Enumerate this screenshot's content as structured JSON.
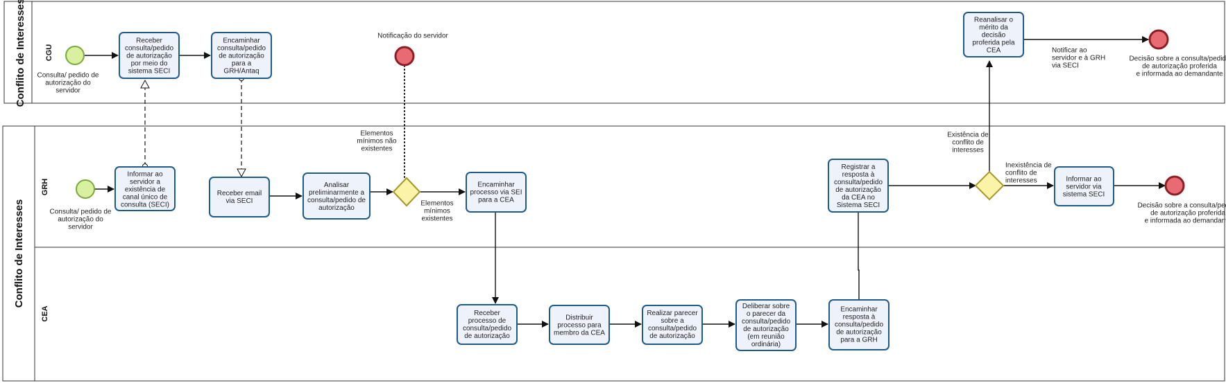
{
  "pools": {
    "top": {
      "title": "Conflito de Interesses",
      "lane": "CGU"
    },
    "bottom": {
      "title": "Conflito de Interesses",
      "lanes": [
        "GRH",
        "CEA"
      ]
    }
  },
  "tasks": {
    "cgu_receber": [
      "Receber",
      "consulta/pedido",
      "de autorização",
      "por meio do",
      "sistema SECI"
    ],
    "cgu_encaminhar": [
      "Encaminhar",
      "consulta/pedido",
      "de autorização",
      "para a",
      "GRH/Antaq"
    ],
    "cgu_reanalisar": [
      "Reanalisar o",
      "mérito da",
      "decisão",
      "proferida pela",
      "CEA"
    ],
    "grh_informar_canal": [
      "Informar ao",
      "servidor a",
      "existência de",
      "canal único de",
      "consulta (SECI)"
    ],
    "grh_receber_email": [
      "Receber email",
      "via SECI"
    ],
    "grh_analisar": [
      "Analisar",
      "preliminarmente a",
      "consulta/pedido de",
      "autorização"
    ],
    "grh_encaminhar_sei": [
      "Encaminhar",
      "processo via SEI",
      "para a CEA"
    ],
    "grh_registrar": [
      "Registrar a",
      "resposta à",
      "consulta/pedido",
      "de autorização",
      "da CEA no",
      "Sistema SECI"
    ],
    "grh_informar_servidor": [
      "Informar ao",
      "servidor via",
      "sistema SECI"
    ],
    "cea_receber": [
      "Receber",
      "processo de",
      "consulta/pedido",
      "de autorização"
    ],
    "cea_distribuir": [
      "Distribuir",
      "processo para",
      "membro da CEA"
    ],
    "cea_realizar": [
      "Realizar parecer",
      "sobre a",
      "consulta/pedido",
      "de autorização"
    ],
    "cea_deliberar": [
      "Deliberar sobre",
      "o parecer da",
      "consulta/pedido",
      "de autorização",
      "(em reunião",
      "ordinária)"
    ],
    "cea_encaminhar_resposta": [
      "Encaminhar",
      "resposta à",
      "consulta/pedido",
      "de autorização",
      "para a GRH"
    ]
  },
  "labels": {
    "start_cgu": [
      "Consulta/ pedido de",
      "autorização do",
      "servidor"
    ],
    "start_grh": [
      "Consulta/ pedido de",
      "autorização do",
      "servidor"
    ],
    "notificacao": [
      "Notificação do servidor"
    ],
    "end_cgu": [
      "Decisão sobre a consulta/pedido",
      "de autorização proferida",
      "e informada ao demandante"
    ],
    "end_grh": [
      "Decisão sobre a consulta/pedido",
      "de autorização proferida",
      "e informada ao demandante"
    ],
    "notificar_flow": [
      "Notificar ao",
      "servidor e à GRH",
      "via SECI"
    ],
    "elementos_nao": [
      "Elementos",
      "mínimos não",
      "existentes"
    ],
    "elementos_sim": [
      "Elementos",
      "mínimos",
      "existentes"
    ],
    "existencia": [
      "Existência de",
      "conflito de",
      "interesses"
    ],
    "inexistencia": [
      "Inexistência de",
      "conflito de",
      "interesses"
    ]
  },
  "colors": {
    "task_fill": "#eef2fb",
    "task_stroke": "#1f5a8c",
    "start_fill": "#d8f0a0",
    "end_fill": "#e86a72",
    "gateway_fill": "#fbf3a8"
  }
}
